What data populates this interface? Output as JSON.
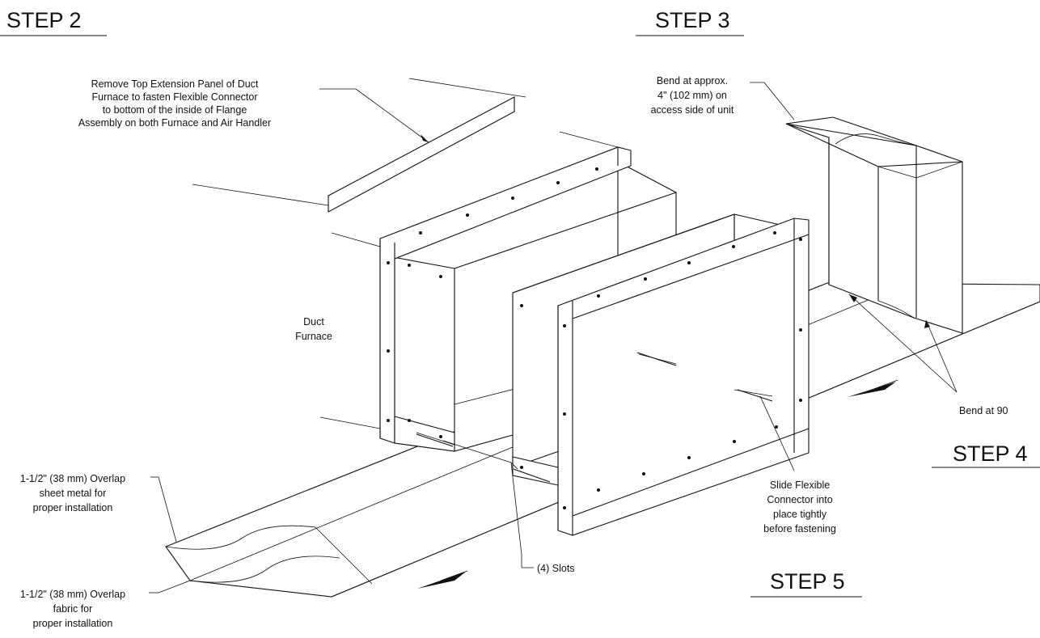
{
  "steps": {
    "step2": "STEP 2",
    "step3": "STEP 3",
    "step4": "STEP 4",
    "step5": "STEP 5"
  },
  "callouts": {
    "remove_panel": [
      "Remove Top Extension Panel of Duct",
      "Furnace to fasten Flexible Connector",
      "to bottom of the inside of Flange",
      "Assembly on both Furnace and Air Handler"
    ],
    "bend_approx": [
      "Bend at approx.",
      "4\" (102 mm) on",
      "access side of unit"
    ],
    "duct_furnace": [
      "Duct",
      "Furnace"
    ],
    "bend_90": [
      "Bend at 90"
    ],
    "overlap_sheet": [
      "1-1/2\" (38 mm) Overlap",
      "sheet metal for",
      "proper installation"
    ],
    "overlap_fabric": [
      "1-1/2\" (38 mm) Overlap",
      "fabric for",
      "proper installation"
    ],
    "slide_connector": [
      "Slide Flexible",
      "Connector into",
      "place tightly",
      "before fastening"
    ],
    "slots": [
      "(4) Slots"
    ]
  },
  "colors": {
    "line": "#111111",
    "background": "#ffffff"
  }
}
